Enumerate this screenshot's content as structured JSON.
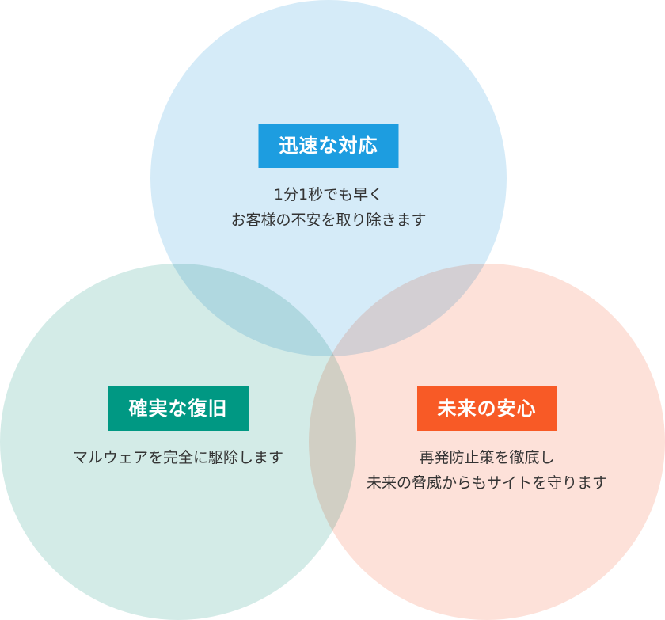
{
  "circles": [
    {
      "id": "top",
      "title": "迅速な対応",
      "description_lines": [
        "1分1秒でも早く",
        "お客様の不安を取り除きます"
      ],
      "circle_color": "#d5ebf8",
      "badge_color": "#1d9de0"
    },
    {
      "id": "left",
      "title": "確実な復旧",
      "description_lines": [
        "マルウェアを完全に駆除します"
      ],
      "circle_color": "#d3ebe7",
      "badge_color": "#009883"
    },
    {
      "id": "right",
      "title": "未来の安心",
      "description_lines": [
        "再発防止策を徹底し",
        "未来の脅威からもサイトを守ります"
      ],
      "circle_color": "#fde1d9",
      "badge_color": "#f85a26"
    }
  ]
}
